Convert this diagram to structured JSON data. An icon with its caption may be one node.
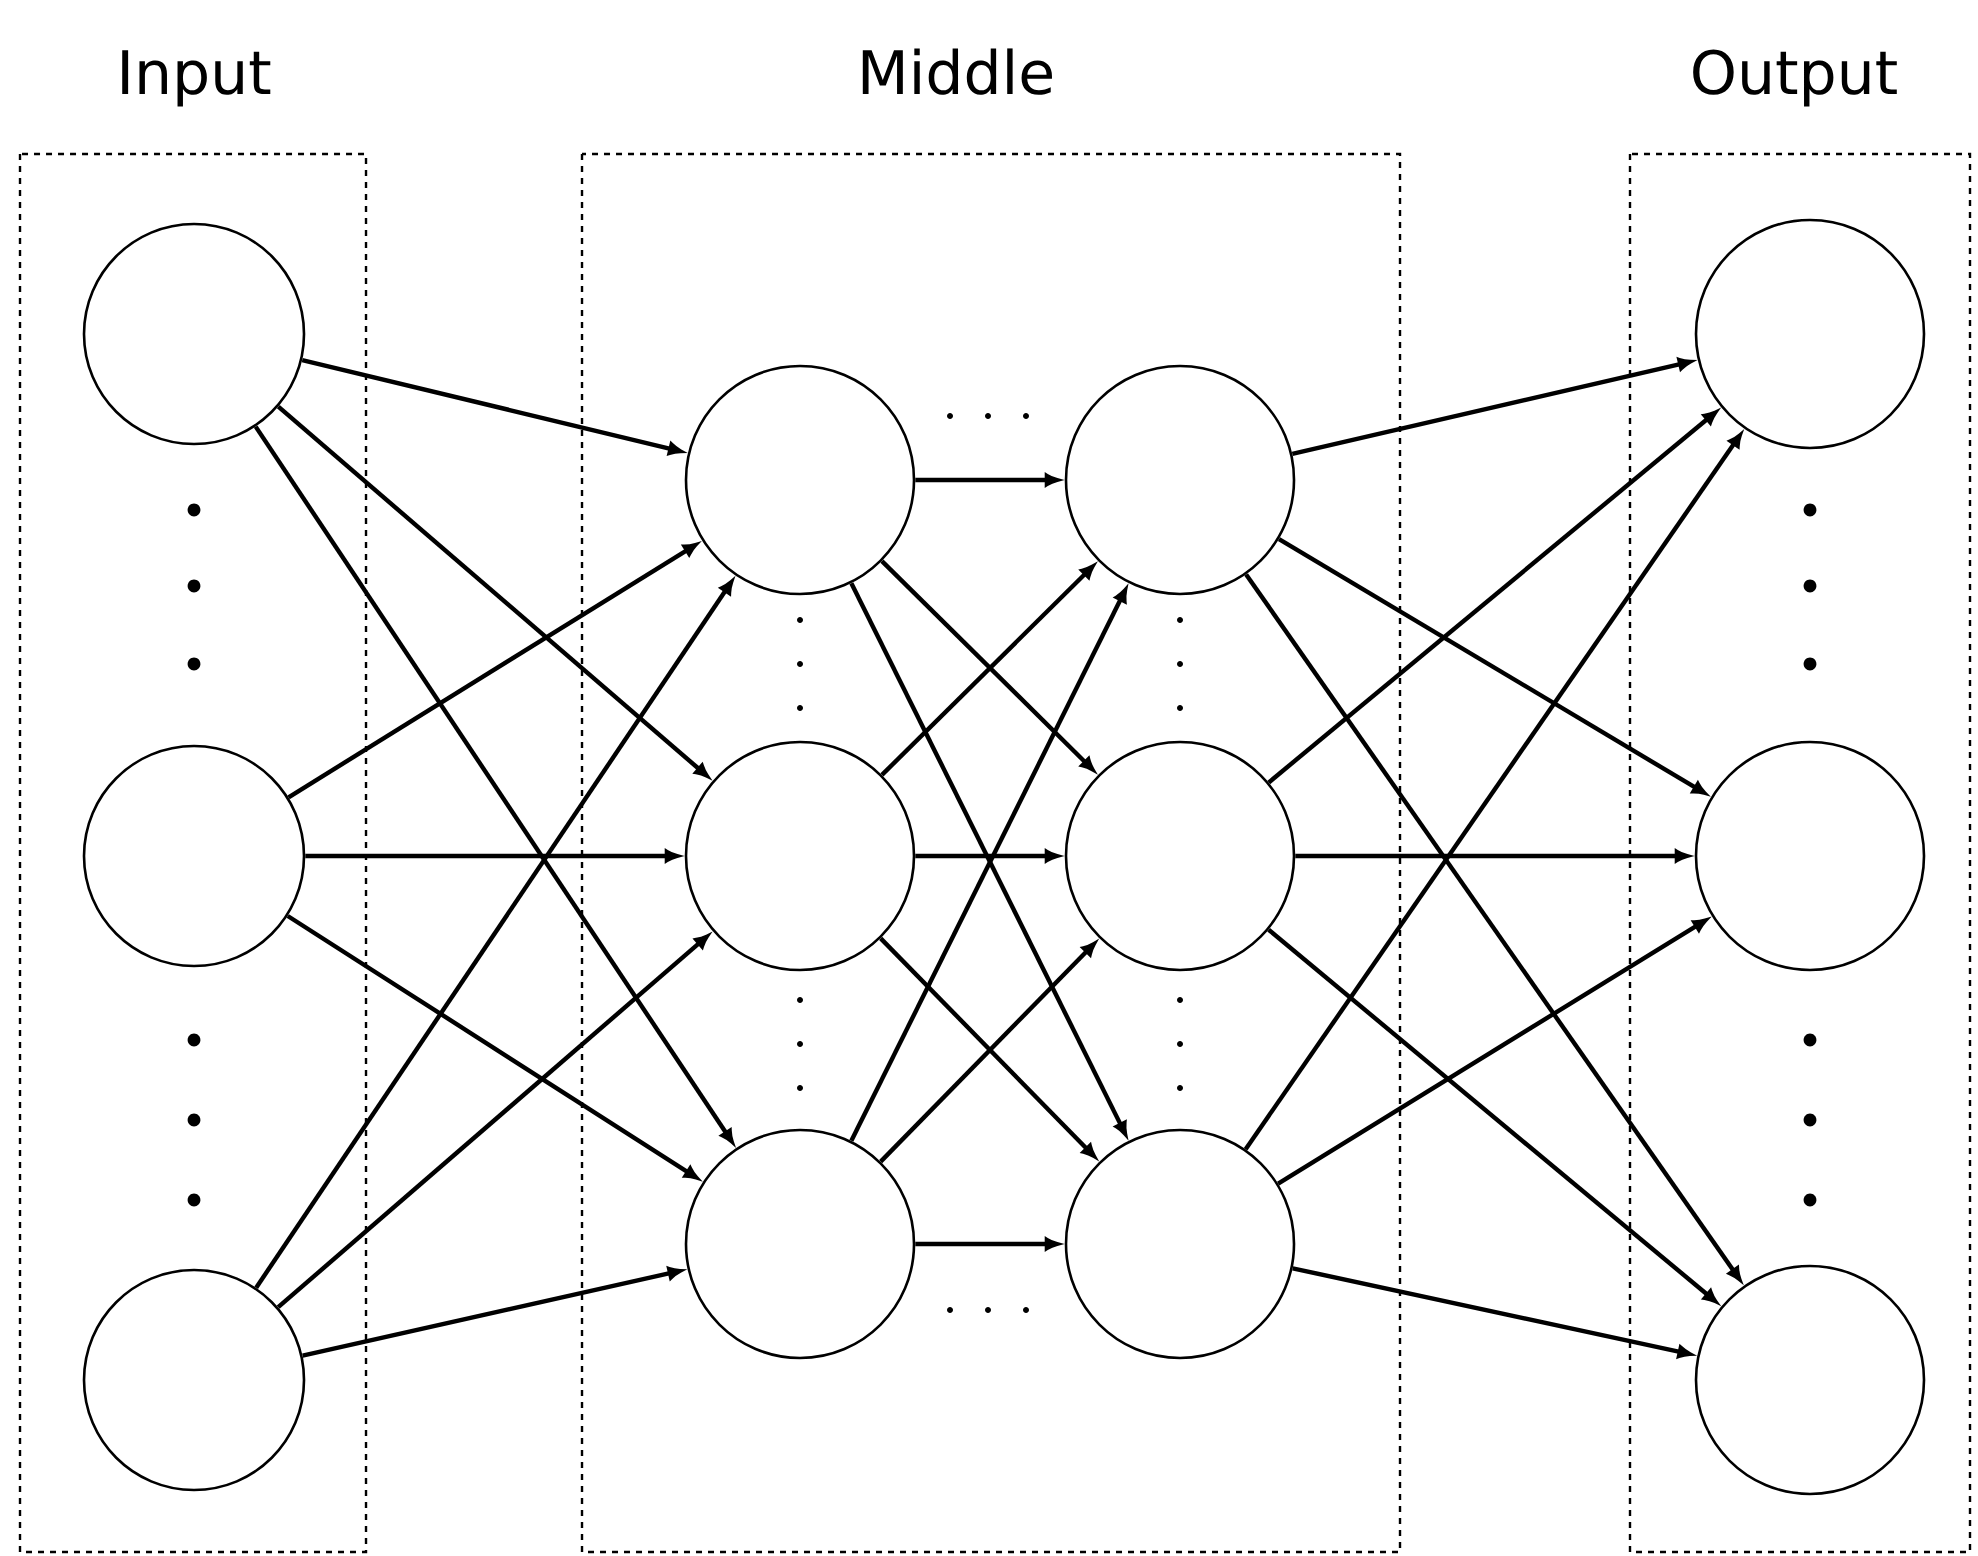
{
  "diagram": {
    "nodes": [
      {
        "text": [
          "Input"
        ]
      },
      {
        "text": [
          "Middle"
        ]
      },
      {
        "text": [
          "Output"
        ]
      },
      {
        "text": [],
        "shape": "circle",
        "in": 0
      },
      {
        "text": [],
        "shape": "circle",
        "in": 0
      },
      {
        "text": [],
        "shape": "circle",
        "in": 0
      },
      {
        "text": [],
        "shape": "circle",
        "in": 1
      },
      {
        "text": [],
        "shape": "circle",
        "in": 1
      },
      {
        "text": [],
        "shape": "circle",
        "in": 1
      },
      {
        "text": [],
        "shape": "circle",
        "in": 1
      },
      {
        "text": [],
        "shape": "circle",
        "in": 1
      },
      {
        "text": [],
        "shape": "circle",
        "in": 1
      },
      {
        "text": [],
        "shape": "circle",
        "in": 2
      },
      {
        "text": [],
        "shape": "circle",
        "in": 2
      },
      {
        "text": [],
        "shape": "circle",
        "in": 2
      }
    ],
    "edges": [
      {
        "from": 3,
        "to": 6,
        "arrow": "to"
      },
      {
        "from": 3,
        "to": 7,
        "arrow": "to"
      },
      {
        "from": 3,
        "to": 8,
        "arrow": "to"
      },
      {
        "from": 4,
        "to": 6,
        "arrow": "to"
      },
      {
        "from": 4,
        "to": 7,
        "arrow": "to"
      },
      {
        "from": 4,
        "to": 8,
        "arrow": "to"
      },
      {
        "from": 5,
        "to": 6,
        "arrow": "to"
      },
      {
        "from": 5,
        "to": 7,
        "arrow": "to"
      },
      {
        "from": 5,
        "to": 8,
        "arrow": "to"
      },
      {
        "from": 6,
        "to": 9,
        "arrow": "to"
      },
      {
        "from": 6,
        "to": 10,
        "arrow": "to"
      },
      {
        "from": 6,
        "to": 11,
        "arrow": "to"
      },
      {
        "from": 7,
        "to": 9,
        "arrow": "to"
      },
      {
        "from": 7,
        "to": 10,
        "arrow": "to"
      },
      {
        "from": 7,
        "to": 11,
        "arrow": "to"
      },
      {
        "from": 8,
        "to": 9,
        "arrow": "to"
      },
      {
        "from": 8,
        "to": 10,
        "arrow": "to"
      },
      {
        "from": 8,
        "to": 11,
        "arrow": "to"
      },
      {
        "from": 9,
        "to": 12,
        "arrow": "to"
      },
      {
        "from": 9,
        "to": 13,
        "arrow": "to"
      },
      {
        "from": 9,
        "to": 14,
        "arrow": "to"
      },
      {
        "from": 10,
        "to": 12,
        "arrow": "to"
      },
      {
        "from": 10,
        "to": 13,
        "arrow": "to"
      },
      {
        "from": 10,
        "to": 14,
        "arrow": "to"
      },
      {
        "from": 11,
        "to": 12,
        "arrow": "to"
      },
      {
        "from": 11,
        "to": 13,
        "arrow": "to"
      },
      {
        "from": 11,
        "to": 14,
        "arrow": "to"
      }
    ]
  }
}
